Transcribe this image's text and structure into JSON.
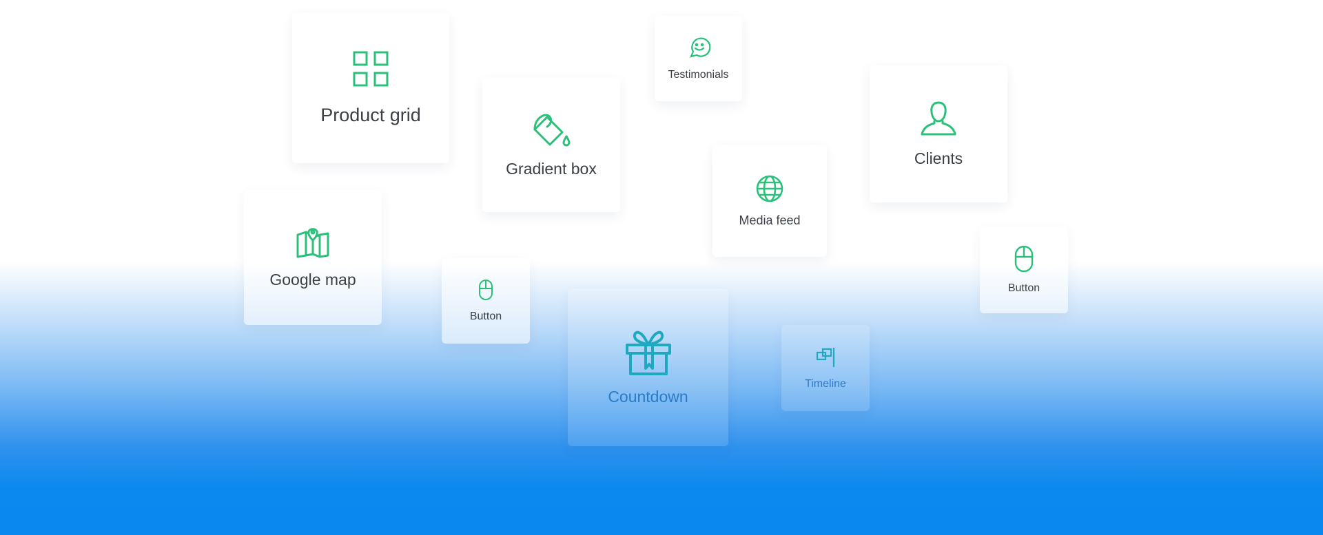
{
  "colors": {
    "icon_green": "#2bc07a",
    "icon_teal": "#1fa9be",
    "label_dark": "#3b3f46",
    "label_blue": "#2b79c7",
    "gradient_bottom": "#0a88ef"
  },
  "cards": {
    "product_grid": {
      "label": "Product grid",
      "icon": "grid-icon"
    },
    "gradient_box": {
      "label": "Gradient box",
      "icon": "paint-bucket-icon"
    },
    "testimonials": {
      "label": "Testimonials",
      "icon": "smiley-chat-icon"
    },
    "clients": {
      "label": "Clients",
      "icon": "user-icon"
    },
    "media_feed": {
      "label": "Media feed",
      "icon": "globe-icon"
    },
    "google_map": {
      "label": "Google map",
      "icon": "map-pin-icon"
    },
    "button_1": {
      "label": "Button",
      "icon": "mouse-icon"
    },
    "button_2": {
      "label": "Button",
      "icon": "mouse-icon"
    },
    "countdown": {
      "label": "Countdown",
      "icon": "gift-icon"
    },
    "timeline": {
      "label": "Timeline",
      "icon": "flag-icon"
    }
  }
}
